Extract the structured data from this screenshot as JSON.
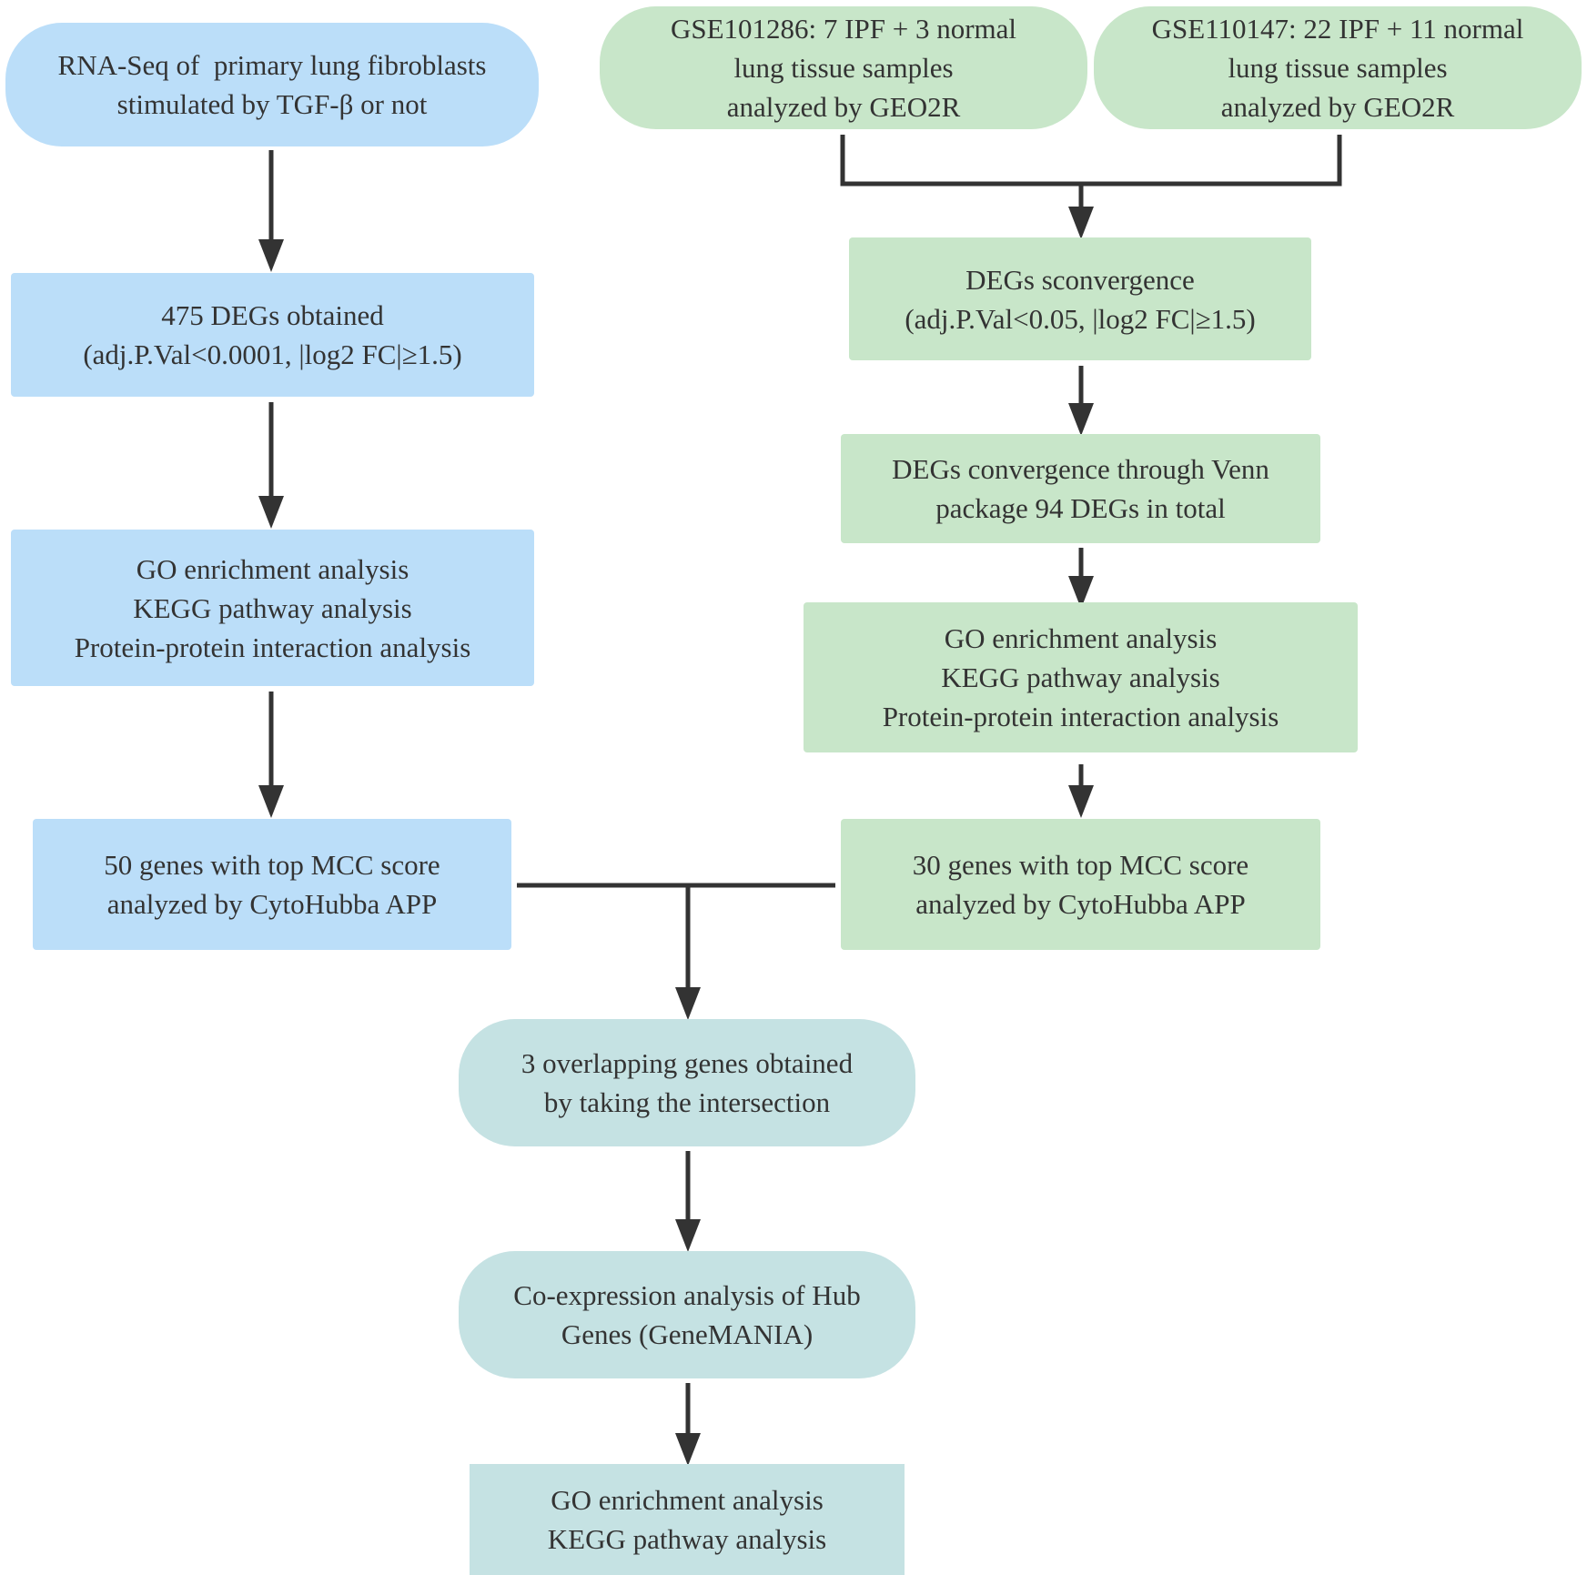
{
  "colors": {
    "left_branch": "#bbdef9",
    "right_branch": "#c8e6c9",
    "merged": "#c5e2e3",
    "connector": "#333333",
    "text": "#333333"
  },
  "nodes": {
    "rnaseq": {
      "lines": [
        "RNA-Seq of  primary lung fibroblasts",
        "stimulated by TGF-β or not"
      ]
    },
    "gse101286": {
      "lines": [
        "GSE101286: 7 IPF + 3 normal",
        "lung tissue samples",
        "analyzed by GEO2R"
      ]
    },
    "gse110147": {
      "lines": [
        "GSE110147: 22 IPF + 11 normal",
        "lung tissue samples",
        "analyzed by GEO2R"
      ]
    },
    "degs_475": {
      "lines": [
        "475 DEGs obtained",
        "(adj.P.Val<0.0001, |log2 FC|≥1.5)"
      ]
    },
    "degs_sconvergence": {
      "lines": [
        "DEGs sconvergence",
        "(adj.P.Val<0.05, |log2 FC|≥1.5)"
      ]
    },
    "venn": {
      "lines": [
        "DEGs convergence through Venn",
        "package 94 DEGs in total"
      ]
    },
    "analysis_left": {
      "lines": [
        "GO enrichment analysis",
        "KEGG pathway analysis",
        "Protein-protein interaction analysis"
      ]
    },
    "analysis_right": {
      "lines": [
        "GO enrichment analysis",
        "KEGG pathway analysis",
        "Protein-protein interaction analysis"
      ]
    },
    "mcc_50": {
      "lines": [
        "50 genes with top MCC score",
        "analyzed by CytoHubba APP"
      ]
    },
    "mcc_30": {
      "lines": [
        "30 genes with top MCC score",
        "analyzed by CytoHubba APP"
      ]
    },
    "overlap": {
      "lines": [
        "3 overlapping genes obtained",
        "by taking the intersection"
      ]
    },
    "coexpression": {
      "lines": [
        "Co-expression analysis of Hub",
        "Genes (GeneMANIA)"
      ]
    },
    "final_analysis": {
      "lines": [
        "GO enrichment analysis",
        "KEGG pathway analysis"
      ]
    }
  }
}
